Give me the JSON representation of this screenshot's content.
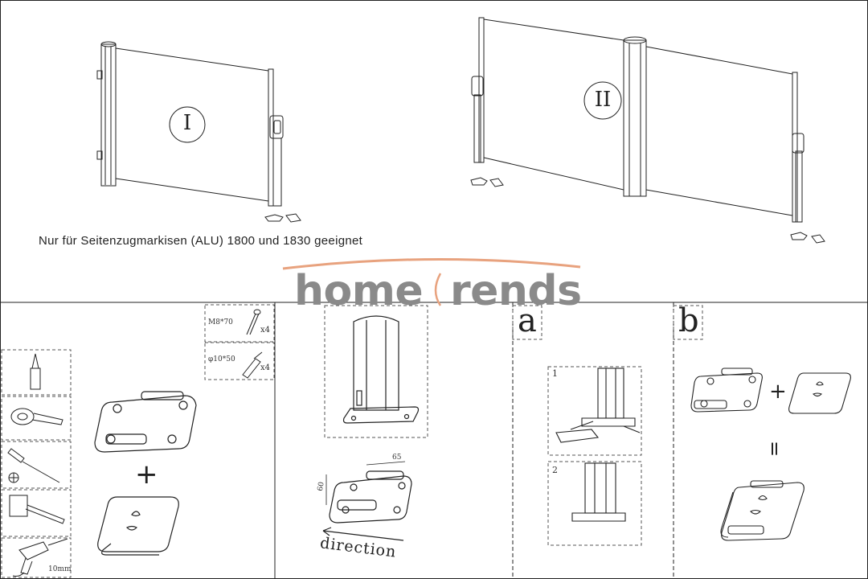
{
  "caption": "Nur für Seitenzugmarkisen (ALU) 1800 und 1830 geeignet",
  "logo": {
    "part1": "home",
    "part2": "rends",
    "arc_color": "#e8a27e",
    "text_color": "#8a8a8a"
  },
  "variants": {
    "one": "I",
    "two": "II"
  },
  "panels": {
    "a_label": "a",
    "b_label": "b"
  },
  "fasteners": {
    "screw_spec": "M8*70",
    "screw_qty": "x4",
    "anchor_spec": "φ10*50",
    "anchor_qty": "x4"
  },
  "tools": {
    "drill_bit": "10mm"
  },
  "dimensions": {
    "width": "65",
    "depth": "60"
  },
  "direction_label": "direction",
  "steps": {
    "first": "1",
    "second": "2"
  },
  "signs": {
    "plus": "+",
    "equals": "="
  },
  "colors": {
    "line": "#222222",
    "dashed": "#555555"
  }
}
